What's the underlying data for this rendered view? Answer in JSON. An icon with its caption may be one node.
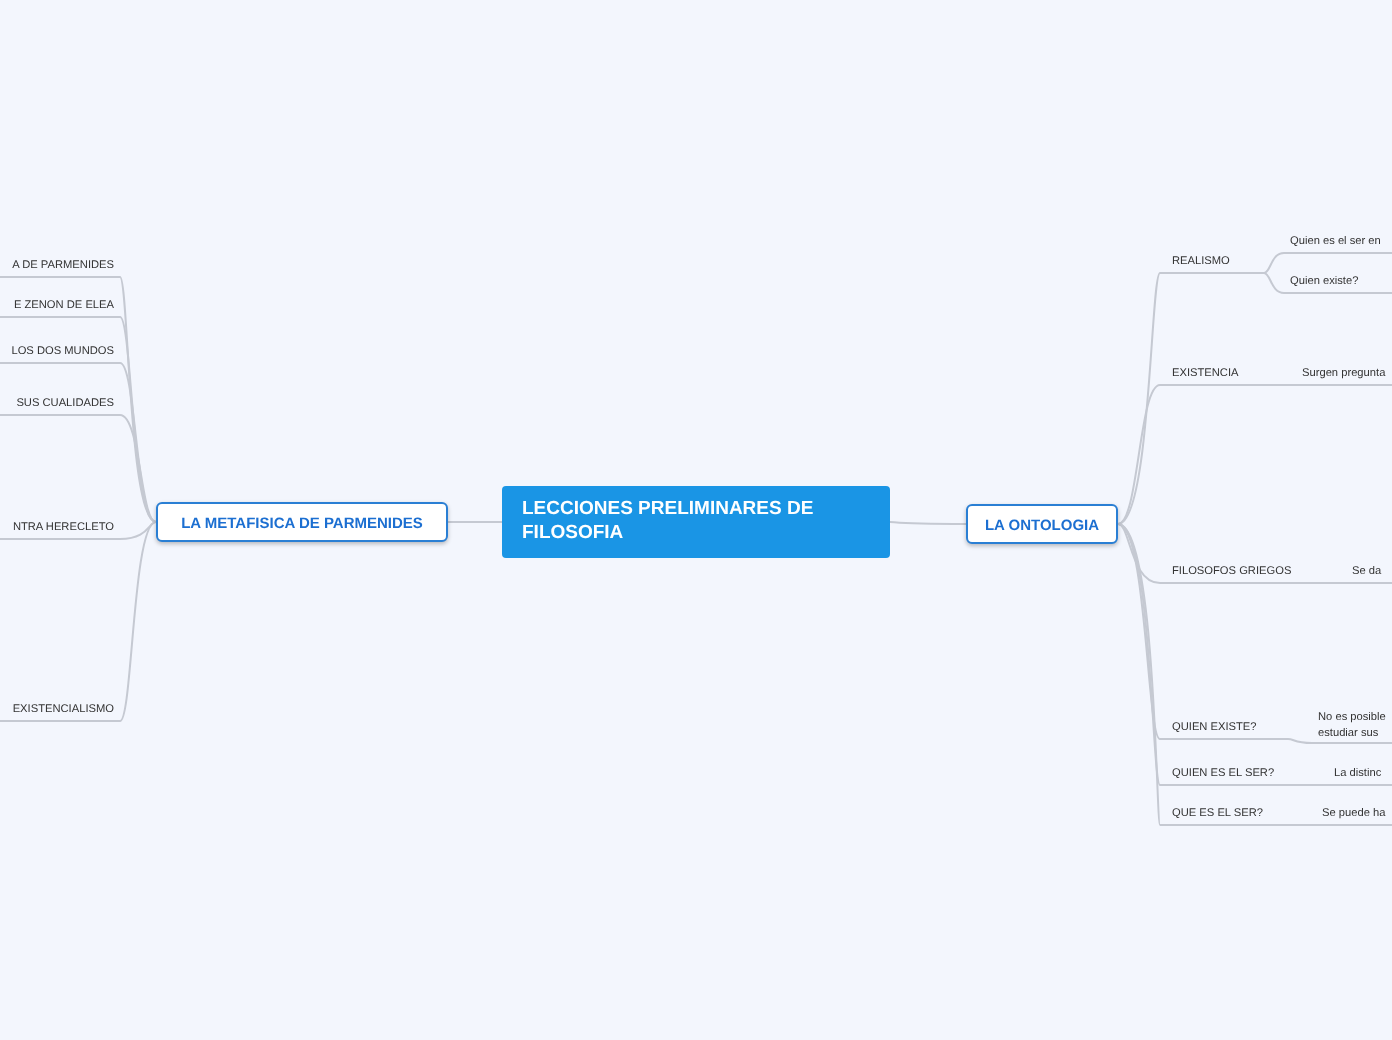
{
  "diagram": {
    "nodes": [
      {
        "text": [
          "LECCIONES PRELIMINARES DE FILOSOFIA"
        ]
      },
      {
        "text": [
          "LA METAFISICA DE PARMENIDES"
        ]
      },
      {
        "text": [
          "A DE PARMENIDES"
        ]
      },
      {
        "text": [
          "E ZENON DE ELEA"
        ]
      },
      {
        "text": [
          "LOS DOS MUNDOS"
        ]
      },
      {
        "text": [
          "SUS CUALIDADES"
        ]
      },
      {
        "text": [
          "NTRA HERECLETO"
        ]
      },
      {
        "text": [
          "EXISTENCIALISMO"
        ]
      },
      {
        "text": [
          "LA ONTOLOGIA"
        ]
      },
      {
        "text": [
          "REALISMO"
        ]
      },
      {
        "text": [
          "Quien es el ser en"
        ]
      },
      {
        "text": [
          "Quien existe?"
        ]
      },
      {
        "text": [
          "EXISTENCIA"
        ]
      },
      {
        "text": [
          "Surgen pregunta"
        ]
      },
      {
        "text": [
          "FILOSOFOS GRIEGOS"
        ]
      },
      {
        "text": [
          "Se da"
        ]
      },
      {
        "text": [
          "QUIEN EXISTE?"
        ]
      },
      {
        "text": [
          "No es posible estudiar sus"
        ]
      },
      {
        "text": [
          "QUIEN ES EL SER?"
        ]
      },
      {
        "text": [
          "La distinc"
        ]
      },
      {
        "text": [
          "QUE ES EL SER?"
        ]
      },
      {
        "text": [
          "Se puede ha"
        ]
      }
    ],
    "edges": [
      {
        "from": 0,
        "to": 1,
        "arrow": "none"
      },
      {
        "from": 1,
        "to": 2,
        "arrow": "none"
      },
      {
        "from": 1,
        "to": 3,
        "arrow": "none"
      },
      {
        "from": 1,
        "to": 4,
        "arrow": "none"
      },
      {
        "from": 1,
        "to": 5,
        "arrow": "none"
      },
      {
        "from": 1,
        "to": 6,
        "arrow": "none"
      },
      {
        "from": 1,
        "to": 7,
        "arrow": "none"
      },
      {
        "from": 0,
        "to": 8,
        "arrow": "none"
      },
      {
        "from": 8,
        "to": 9,
        "arrow": "none"
      },
      {
        "from": 9,
        "to": 10,
        "arrow": "none"
      },
      {
        "from": 9,
        "to": 11,
        "arrow": "none"
      },
      {
        "from": 8,
        "to": 12,
        "arrow": "none"
      },
      {
        "from": 12,
        "to": 13,
        "arrow": "none"
      },
      {
        "from": 8,
        "to": 14,
        "arrow": "none"
      },
      {
        "from": 14,
        "to": 15,
        "arrow": "none"
      },
      {
        "from": 8,
        "to": 16,
        "arrow": "none"
      },
      {
        "from": 16,
        "to": 17,
        "arrow": "none"
      },
      {
        "from": 8,
        "to": 18,
        "arrow": "none"
      },
      {
        "from": 18,
        "to": 19,
        "arrow": "none"
      },
      {
        "from": 8,
        "to": 20,
        "arrow": "none"
      },
      {
        "from": 20,
        "to": 21,
        "arrow": "none"
      }
    ]
  }
}
